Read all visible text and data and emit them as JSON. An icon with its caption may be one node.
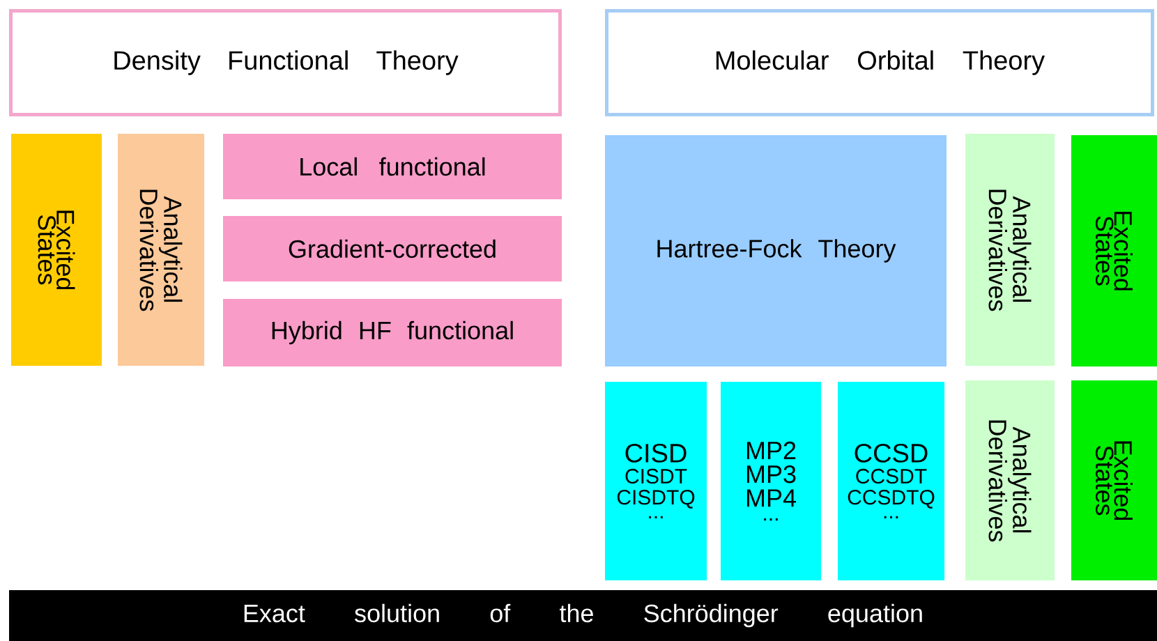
{
  "diagram": {
    "nodes": [
      {
        "text": [
          "Density Functional Theory"
        ]
      },
      {
        "text": [
          "Molecular Orbital Theory"
        ]
      },
      {
        "text": [
          "Excited States"
        ]
      },
      {
        "text": [
          "Analytical Derivatives"
        ]
      },
      {
        "text": [
          "Local functional"
        ]
      },
      {
        "text": [
          "Gradient-corrected"
        ]
      },
      {
        "text": [
          "Hybrid HF functional"
        ]
      },
      {
        "text": [
          "Hartree-Fock Theory"
        ]
      },
      {
        "text": [
          "Analytical Derivatives"
        ]
      },
      {
        "text": [
          "Excited States"
        ]
      },
      {
        "text": [
          "CISD",
          "CISDT",
          "CISDTQ",
          "..."
        ]
      },
      {
        "text": [
          "MP2",
          "MP3",
          "MP4",
          "..."
        ]
      },
      {
        "text": [
          "CCSD",
          "CCSDT",
          "CCSDTQ",
          "..."
        ]
      },
      {
        "text": [
          "Analytical Derivatives"
        ]
      },
      {
        "text": [
          "Excited States"
        ]
      },
      {
        "text": [
          "Exact solution of the Schrödinger equation"
        ]
      }
    ]
  }
}
